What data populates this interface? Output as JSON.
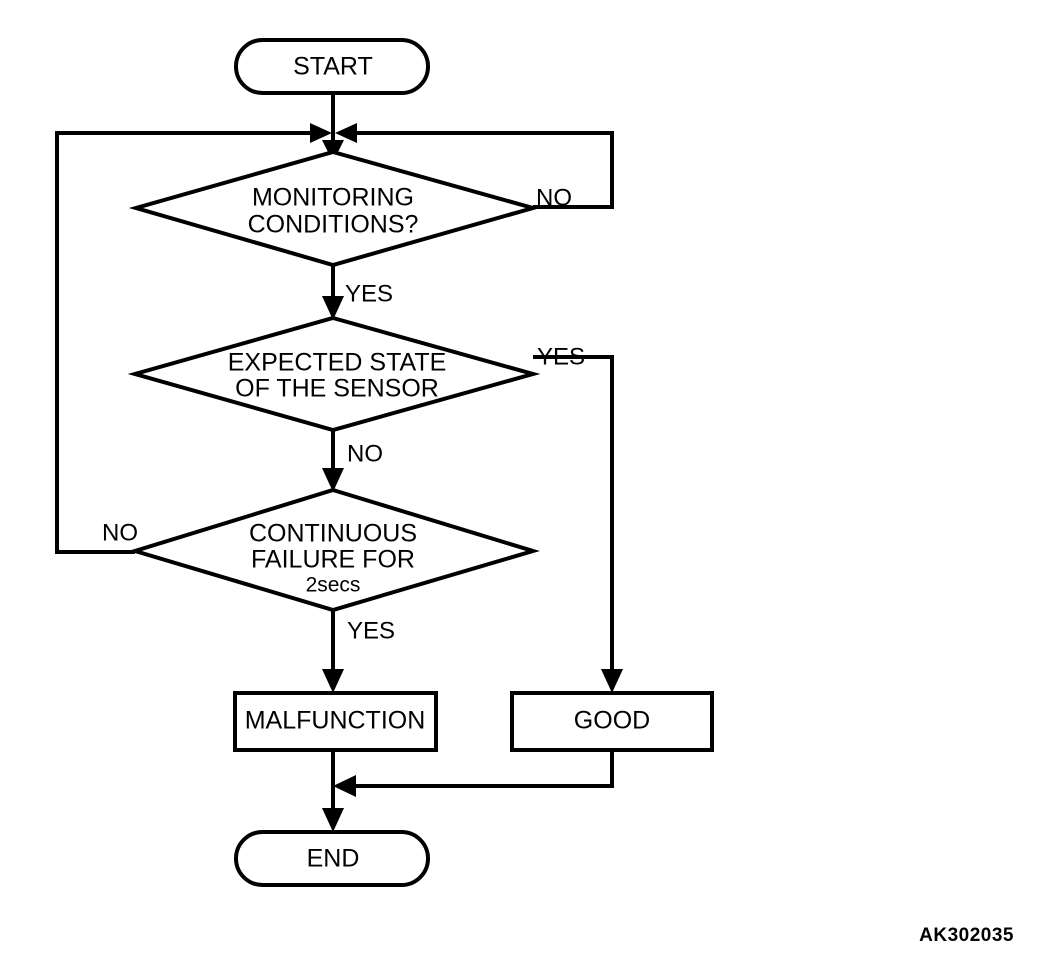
{
  "diagram": {
    "type": "flowchart",
    "title": "Sensor monitoring diagnostic logic flowchart",
    "background_color": "#ffffff",
    "line_color": "#000000",
    "nodes": {
      "start": {
        "label": "START",
        "shape": "terminator"
      },
      "decision_monitoring": {
        "label_line1": "MONITORING",
        "label_line2": "CONDITIONS?",
        "shape": "decision"
      },
      "decision_expected_state": {
        "label_line1": "EXPECTED STATE",
        "label_line2": "OF THE SENSOR",
        "shape": "decision"
      },
      "decision_continuous_failure": {
        "label_line1": "CONTINUOUS",
        "label_line2": "FAILURE FOR",
        "label_line3": "2secs",
        "shape": "decision"
      },
      "malfunction": {
        "label": "MALFUNCTION",
        "shape": "process"
      },
      "good": {
        "label": "GOOD",
        "shape": "process"
      },
      "end": {
        "label": "END",
        "shape": "terminator"
      }
    },
    "edge_labels": {
      "monitoring_no": "NO",
      "monitoring_yes": "YES",
      "expected_state_yes": "YES",
      "expected_state_no": "NO",
      "continuous_failure_no": "NO",
      "continuous_failure_yes": "YES"
    },
    "corner_code": "AK302035"
  }
}
